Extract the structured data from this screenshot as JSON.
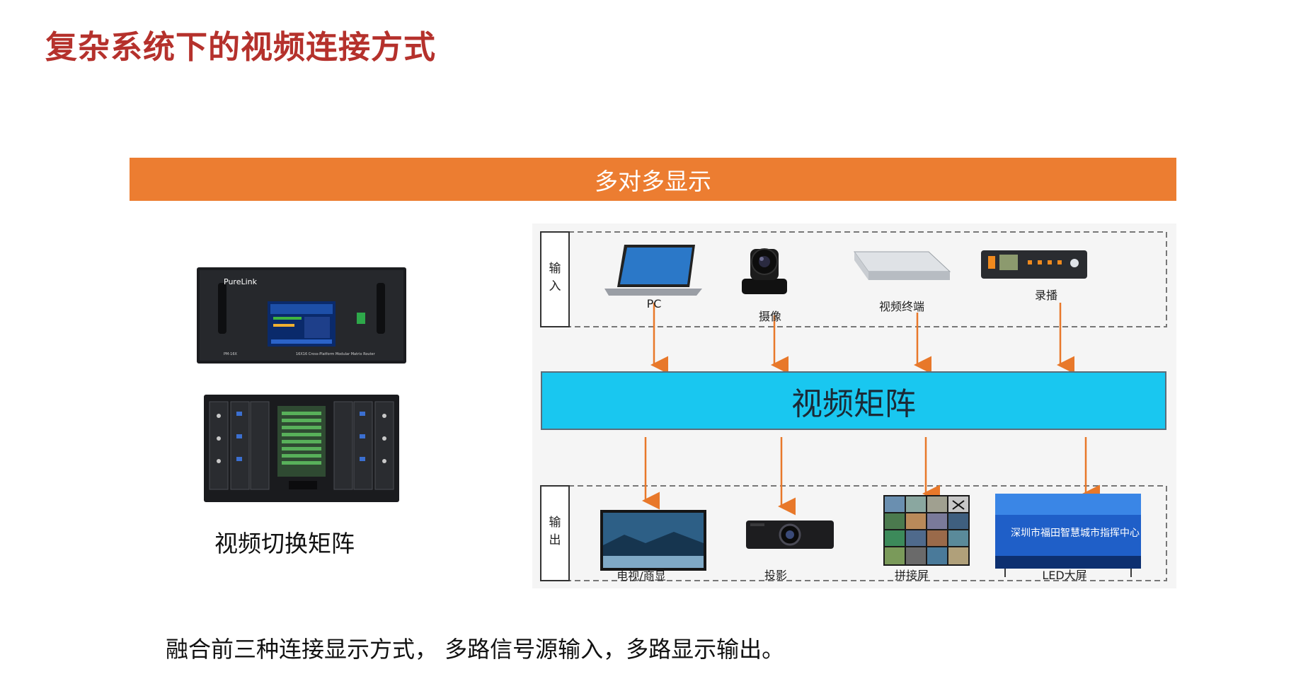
{
  "title": "复杂系统下的视频连接方式",
  "banner": "多对多显示",
  "device": {
    "caption": "视频切换矩阵",
    "brand": "PureLink",
    "model": "PM-16X",
    "subtitle": "16X16 Cross-Platform Modular Matrix Router"
  },
  "diagram": {
    "input_label": "输入",
    "output_label": "输出",
    "center": "视频矩阵",
    "inputs": [
      {
        "label": "PC",
        "icon": "laptop-icon"
      },
      {
        "label": "摄像",
        "icon": "ptz-camera-icon"
      },
      {
        "label": "视频终端",
        "icon": "video-terminal-icon"
      },
      {
        "label": "录播",
        "icon": "recorder-icon"
      }
    ],
    "outputs": [
      {
        "label": "电视/商显",
        "icon": "tv-icon"
      },
      {
        "label": "投影",
        "icon": "projector-icon"
      },
      {
        "label": "拼接屏",
        "icon": "video-wall-icon"
      },
      {
        "label": "LED大屏",
        "icon": "led-screen-icon",
        "screen_text": "深圳市福田智慧城市指挥中心"
      }
    ]
  },
  "footer": "融合前三种连接显示方式， 多路信号源输入，多路显示输出。",
  "colors": {
    "title": "#b5312c",
    "banner": "#ec7d31",
    "matrix": "#19c7f0",
    "arrow": "#e8782a"
  }
}
